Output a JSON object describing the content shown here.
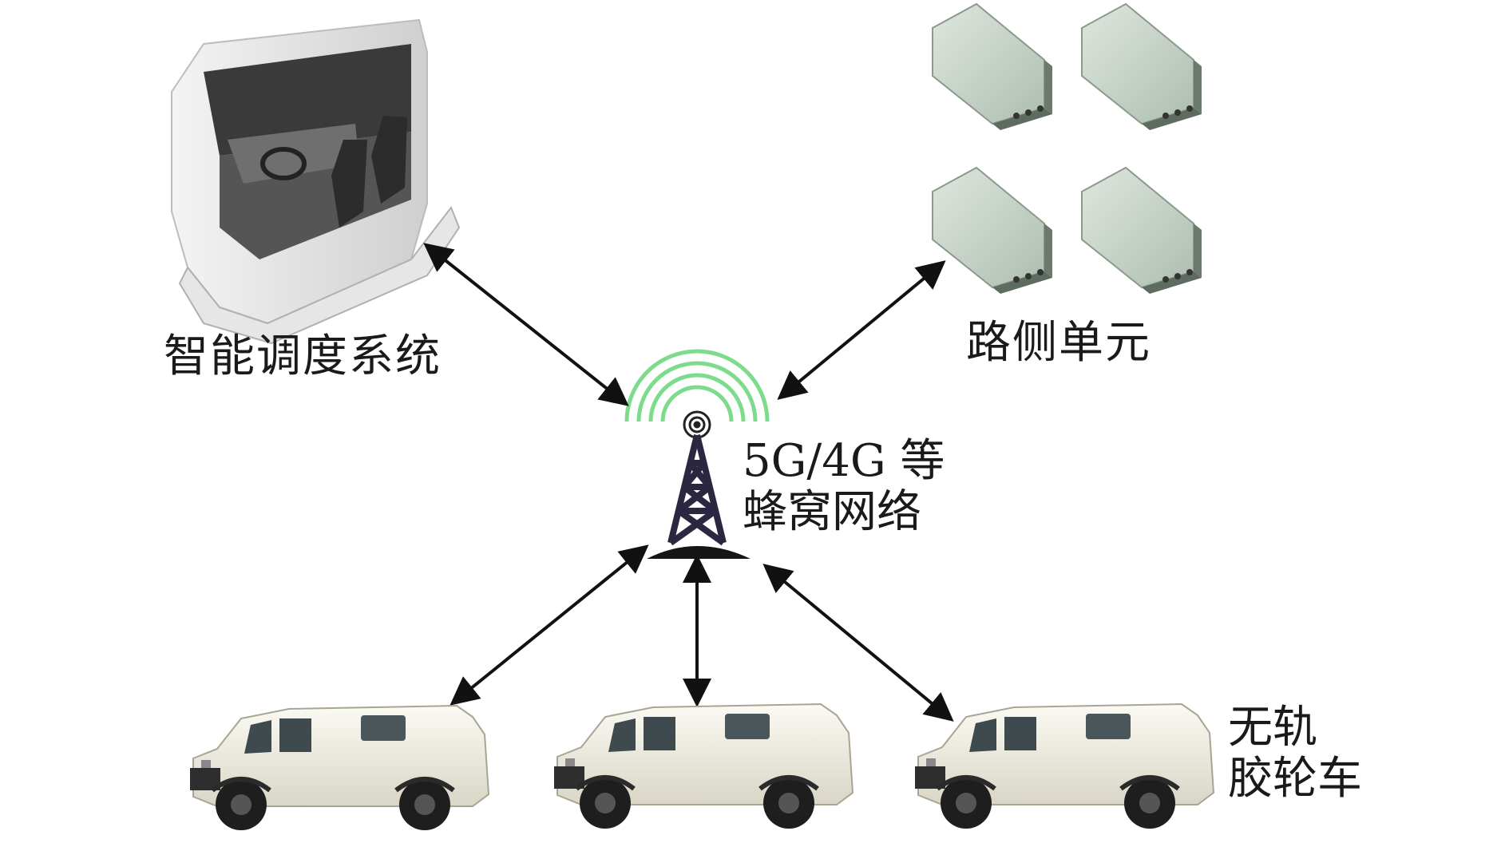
{
  "labels": {
    "dispatch_system": "智能调度系统",
    "roadside_unit": "路侧单元",
    "network_line1": "5G/4G 等",
    "network_line2": "蜂窝网络",
    "vehicle_line1": "无轨",
    "vehicle_line2": "胶轮车"
  },
  "colors": {
    "signal_arcs": "#7ddc8c",
    "tower": "#2b2740",
    "arrows": "#111111",
    "roadside_box": "#c9d6cb",
    "vehicle_body": "#f1efe4",
    "tire": "#1e1e1e"
  },
  "icons": {
    "dispatch": "driving-simulator-icon",
    "roadside": "roadside-unit-icon",
    "tower": "cell-tower-icon",
    "vehicle": "trackless-vehicle-icon"
  }
}
